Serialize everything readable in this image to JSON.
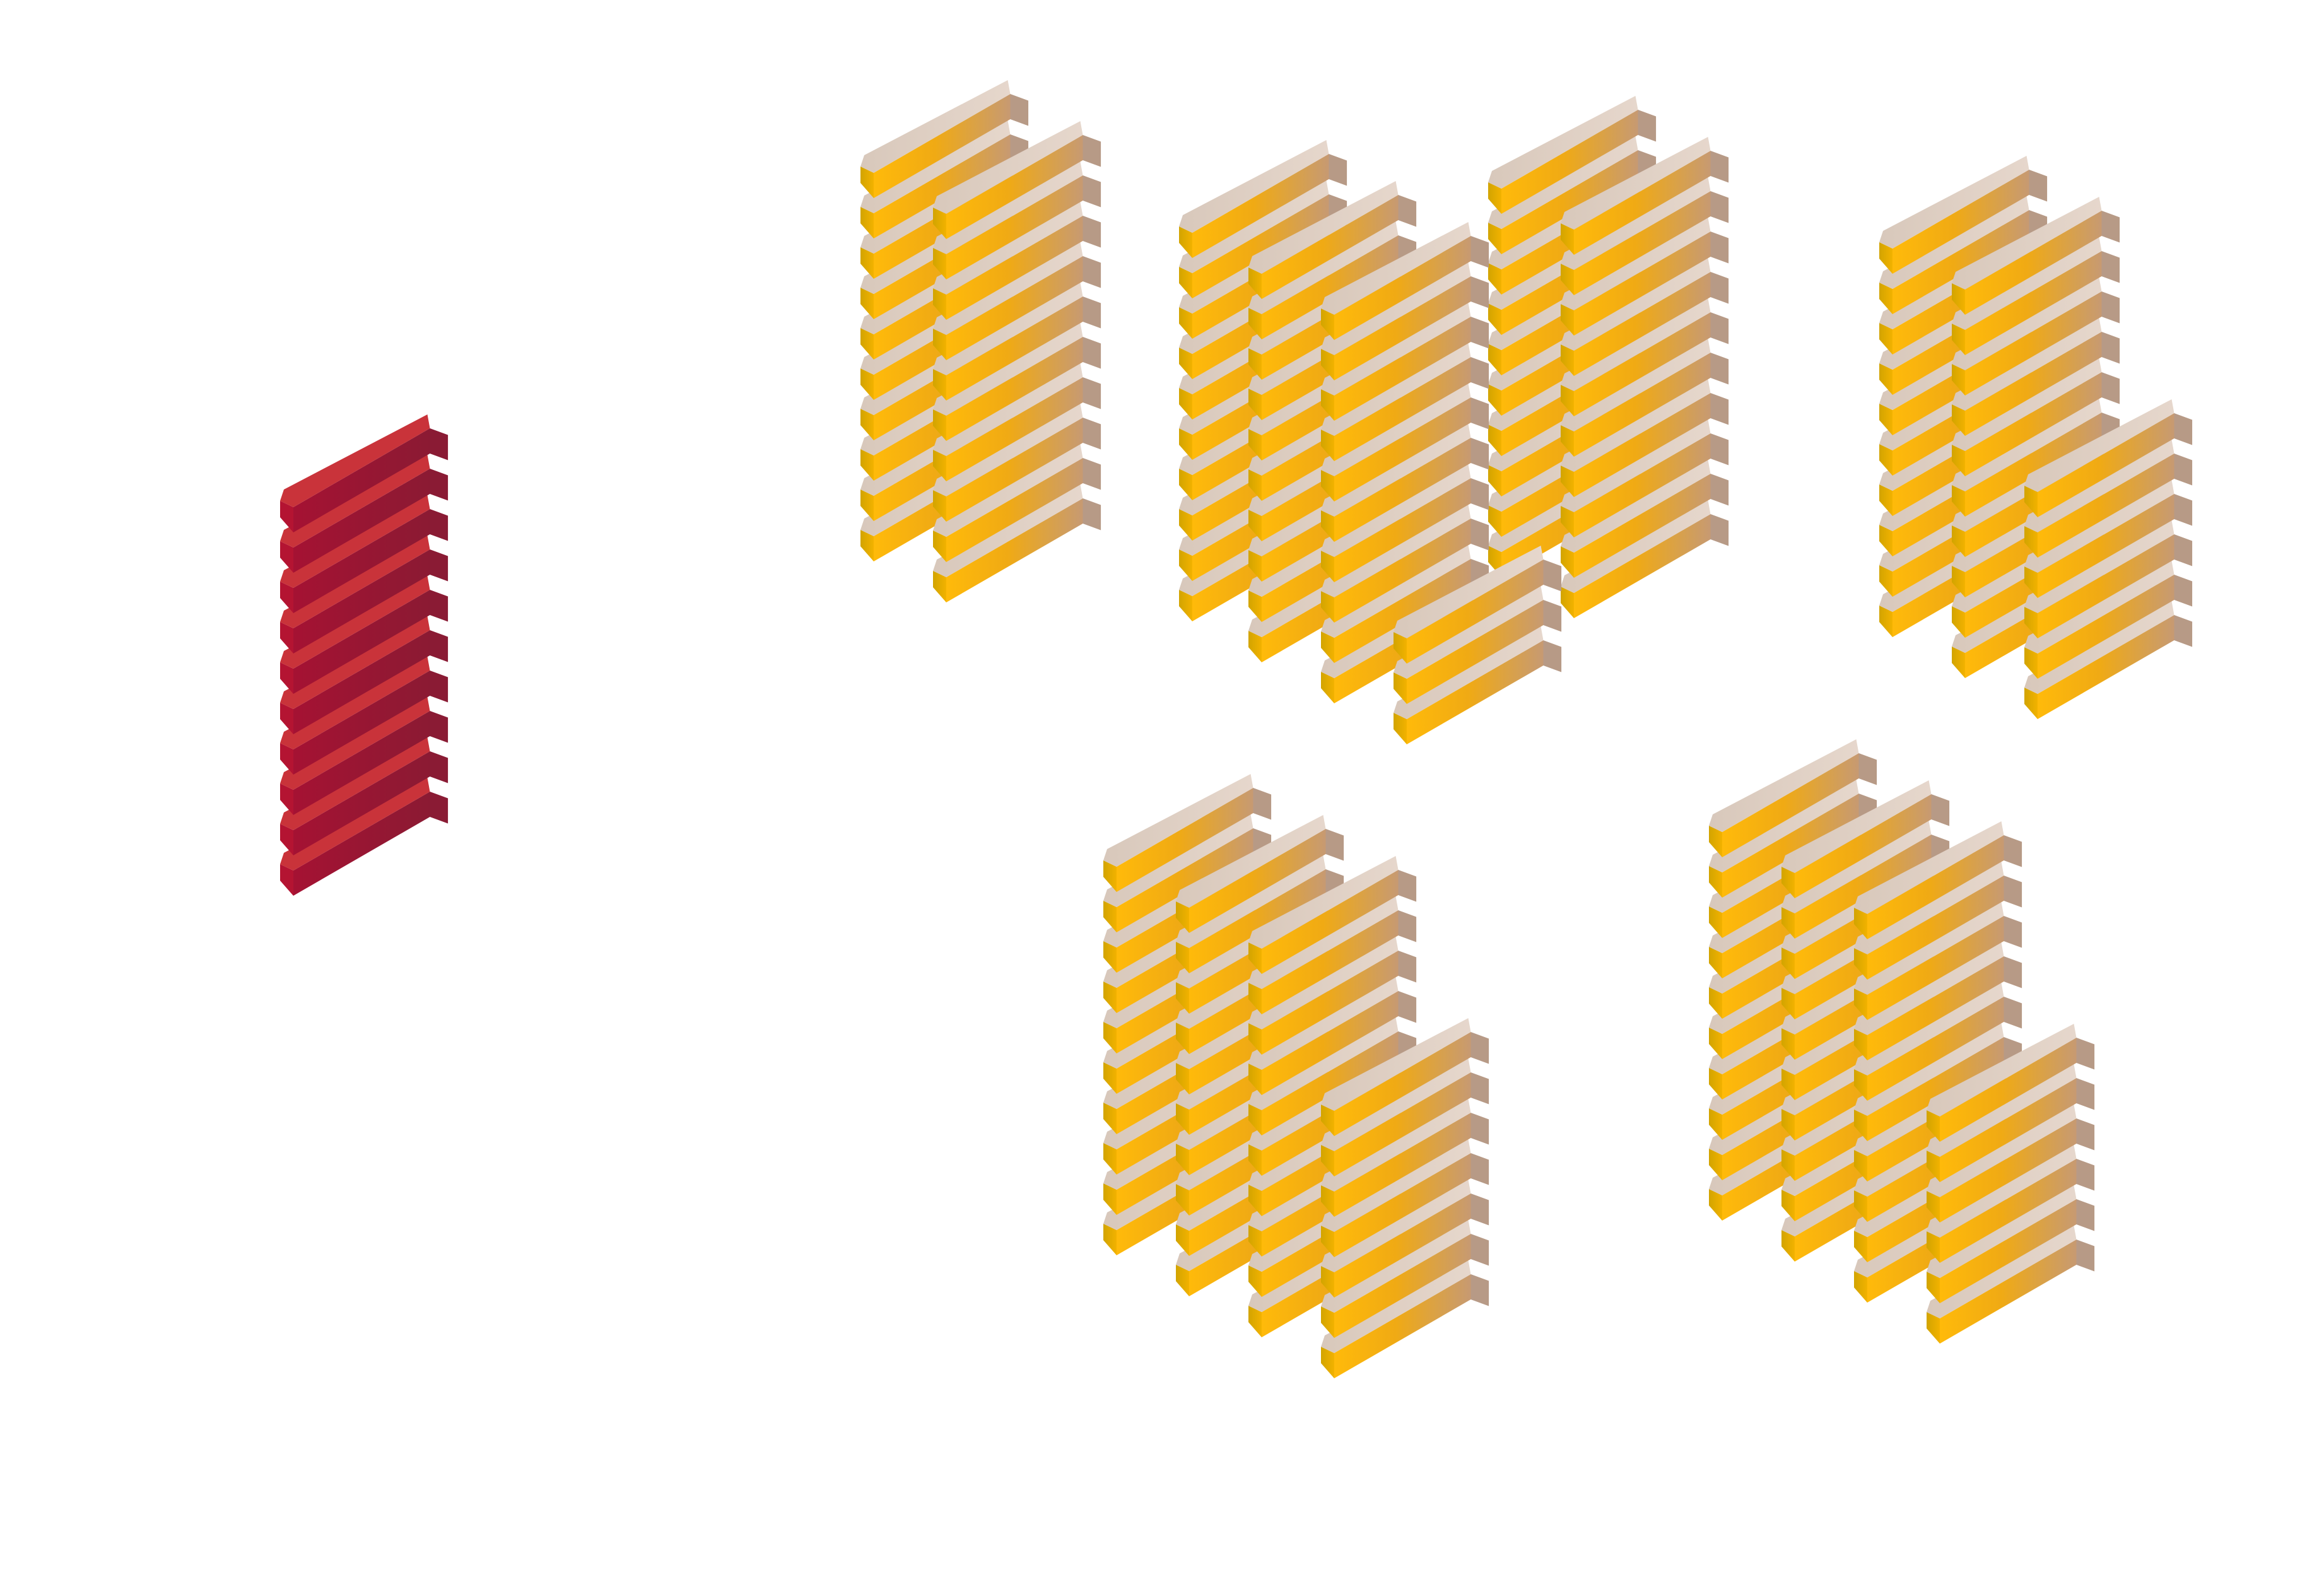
{
  "scene": {
    "description_visible_text": "",
    "colors": {
      "background": "#ffffff",
      "gold_front": "#f5ae00",
      "gold_front_highlight": "#ffc21a",
      "gold_top": "#dccbbd",
      "gold_side": "#b79a86",
      "red_front": "#b41432",
      "red_top": "#c9333a",
      "red_side": "#8a1b34"
    },
    "red_stack": {
      "bars": 10
    },
    "gold_groups": [
      {
        "name": "cluster-top-left",
        "stacks": [
          10,
          10
        ]
      },
      {
        "name": "cluster-top-center",
        "stacks": [
          10,
          10,
          10,
          3,
          10,
          10
        ]
      },
      {
        "name": "cluster-top-right",
        "stacks": [
          10,
          10,
          6
        ]
      },
      {
        "name": "cluster-bottom-center",
        "stacks": [
          10,
          10,
          10,
          7
        ]
      },
      {
        "name": "cluster-bottom-right",
        "stacks": [
          10,
          10,
          10,
          6
        ]
      }
    ]
  }
}
